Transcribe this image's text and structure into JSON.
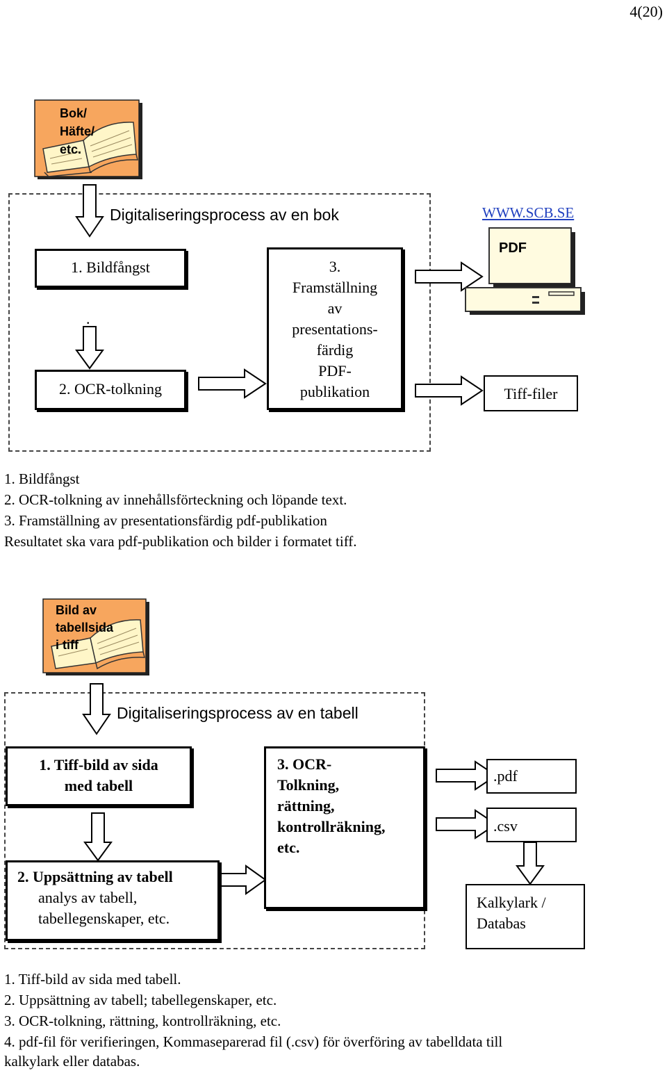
{
  "page_number": "4(20)",
  "diagram1": {
    "book_label": [
      "Bok/",
      "Häfte/",
      "etc."
    ],
    "title": "Digitaliseringsprocess av en bok",
    "step1": "1. Bildfångst",
    "dot": ".",
    "step2": "2. OCR-tolkning",
    "step3": [
      "3.",
      "Framställning",
      "av",
      "presentations-",
      "färdig",
      "PDF-",
      "publikation"
    ],
    "website": "WWW.SCB.SE",
    "computer_screen_label": "PDF",
    "output_tiff": "Tiff-filer"
  },
  "caption1": [
    "1. Bildfångst",
    "2. OCR-tolkning av innehållsförteckning och löpande text.",
    "3. Framställning av presentationsfärdig pdf-publikation",
    "Resultatet ska vara pdf-publikation och bilder i formatet tiff."
  ],
  "diagram2": {
    "book_label": [
      "Bild av",
      "tabellsida",
      "i tiff"
    ],
    "title": "Digitaliseringsprocess av en tabell",
    "step1": [
      "1. Tiff-bild av sida",
      "med tabell"
    ],
    "step2_title": "2. Uppsättning av tabell",
    "step2_sub": [
      "analys av tabell,",
      "tabellegenskaper, etc."
    ],
    "step3": [
      "3. OCR-",
      "Tolkning,",
      "rättning,",
      "kontrollräkning,",
      "etc."
    ],
    "out_pdf": ".pdf",
    "out_csv": ".csv",
    "out_db": [
      "Kalkylark /",
      "Databas"
    ]
  },
  "caption2": [
    "1. Tiff-bild av sida med tabell.",
    "2. Uppsättning av tabell; tabellegenskaper, etc.",
    "3. OCR-tolkning, rättning, kontrollräkning, etc.",
    "4. pdf-fil för verifieringen, Kommaseparerad fil (.csv) för överföring av tabelldata till",
    "kalkylark eller databas."
  ],
  "colors": {
    "book_bg": "#F7A65E",
    "book_page": "#FFF6C8",
    "link": "#1f3fbf"
  }
}
